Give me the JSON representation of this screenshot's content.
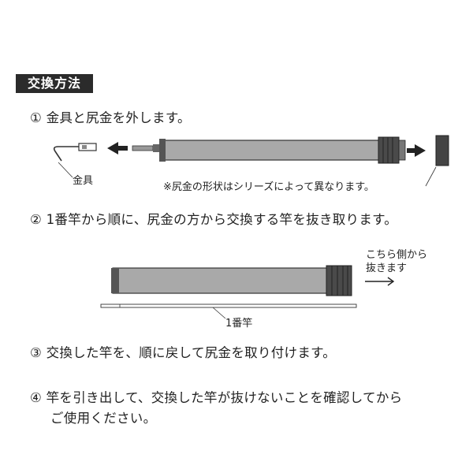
{
  "heading": "交換方法",
  "steps": [
    "① 金具と尻金を外します。",
    "② 1番竿から順に、尻金の方から交換する竿を抜き取ります。",
    "③ 交換した竿を、順に戻して尻金を取り付けます。",
    "④ 竿を引き出して、交換した竿が抜けないことを確認してから",
    "ご使用ください。"
  ],
  "diagram1": {
    "metal_fitting_label": "金具",
    "note": "※尻金の形状はシリーズによって異なります。"
  },
  "diagram2": {
    "direction_label_line1": "こちら側から",
    "direction_label_line2": "抜きます",
    "rod_label": "1番竿"
  }
}
